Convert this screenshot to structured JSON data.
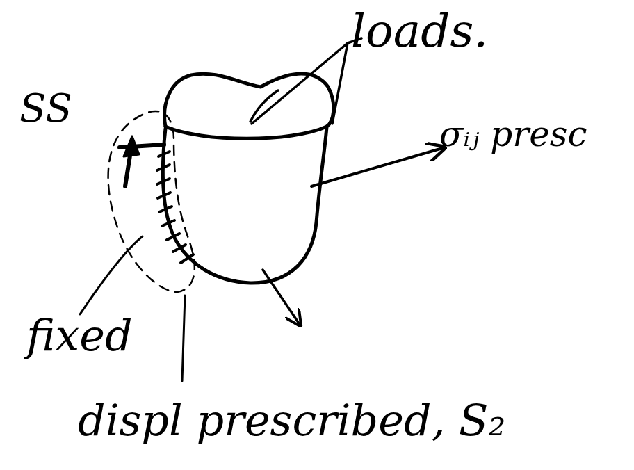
{
  "diagram": {
    "labels": [
      "loads.",
      "SS",
      "σᵢⱼ presc",
      "fixed",
      "displ prescribed, S₂"
    ]
  }
}
